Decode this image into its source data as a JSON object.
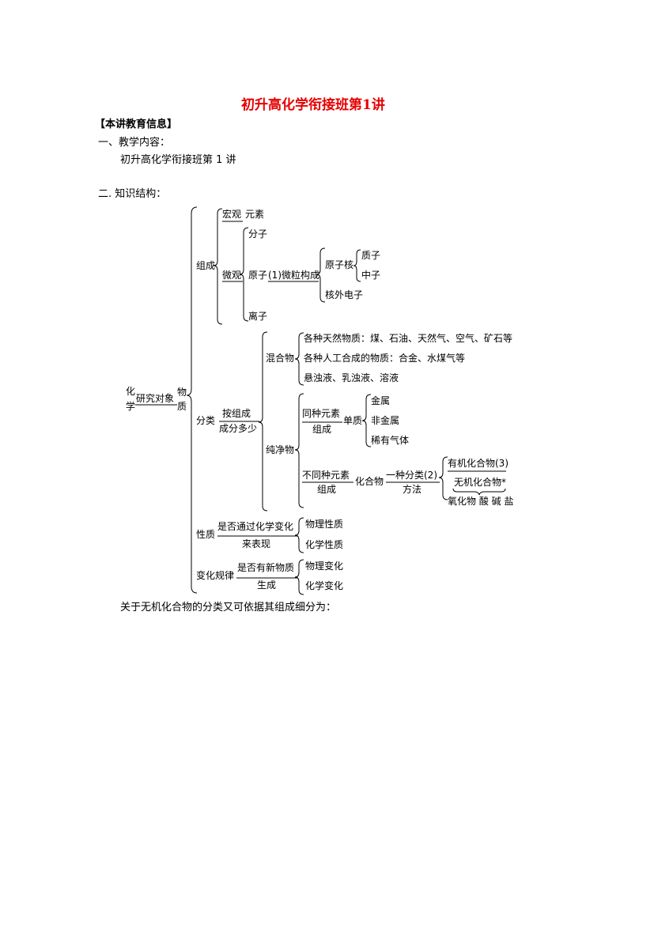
{
  "doc": {
    "title": "初升高化学衔接班第1讲",
    "section_header": "【本讲教育信息】",
    "item1_heading": "一、教学内容：",
    "item1_body": "初升高化学衔接班第 1 讲",
    "item2_heading": "二. 知识结构：",
    "footer_text": "关于无机化合物的分类又可依据其组成细分为："
  },
  "tree": {
    "root_left_top": "化",
    "root_left_bottom": "学",
    "root_link": "研究对象",
    "root_right_top": "物",
    "root_right_bottom": "质",
    "composition": {
      "label": "组成",
      "macro": "宏观",
      "macro_item": "元素",
      "micro": "微观",
      "molecule": "分子",
      "atom": "原子",
      "atom_link": "(1)微粒构成",
      "nucleus": "原子核",
      "proton": "质子",
      "neutron": "中子",
      "electron": "核外电子",
      "ion": "离子"
    },
    "classification": {
      "label": "分类",
      "criterion_top": "按组成",
      "criterion_bottom": "成分多少",
      "mixture": "混合物",
      "mixture_items": [
        "各种天然物质：煤、石油、天然气、空气、矿石等",
        "各种人工合成的物质：合金、水煤气等",
        "悬浊液、乳浊液、溶液"
      ],
      "pure": "纯净物",
      "same_element_top": "同种元素",
      "same_element_bottom": "组成",
      "element_substance": "单质",
      "element_items": [
        "金属",
        "非金属",
        "稀有气体"
      ],
      "diff_element_top": "不同种元素",
      "diff_element_bottom": "组成",
      "compound": "化合物",
      "method_top": "一种分类(2)",
      "method_bottom": "方法",
      "organic": "有机化合物(3)",
      "inorganic": "无机化合物*",
      "inorganic_items": "氧化物 酸 碱 盐"
    },
    "property": {
      "label": "性质",
      "criterion_top": "是否通过化学变化",
      "criterion_bottom": "来表现",
      "items": [
        "物理性质",
        "化学性质"
      ]
    },
    "change": {
      "label": "变化规律",
      "criterion_top": "是否有新物质",
      "criterion_bottom": "生成",
      "items": [
        "物理变化",
        "化学变化"
      ]
    }
  }
}
